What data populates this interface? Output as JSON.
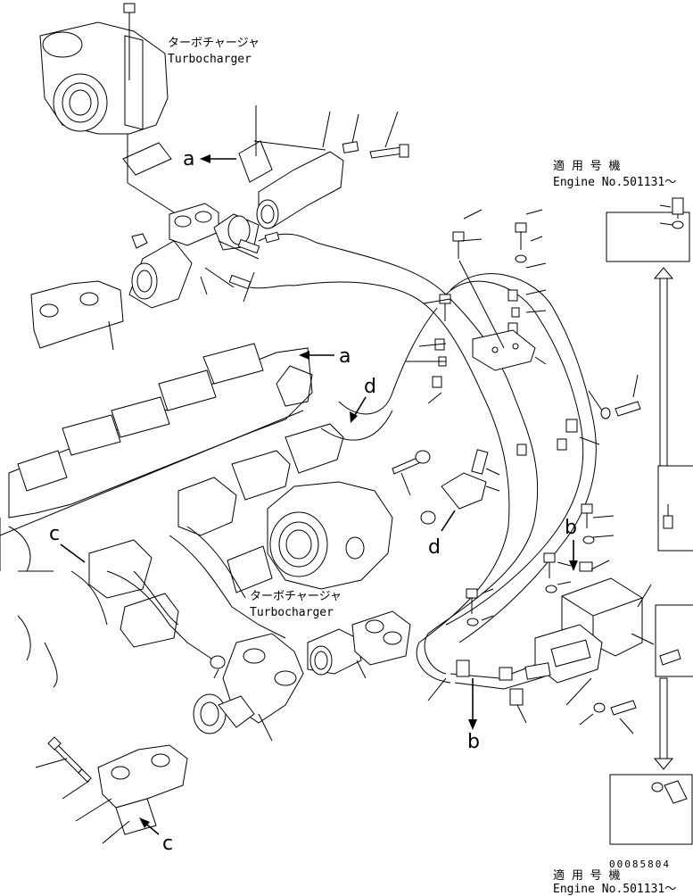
{
  "labels": {
    "turbo_top_jp": "ターボチャージャ",
    "turbo_top_en": "Turbocharger",
    "turbo_mid_jp": "ターボチャージャ",
    "turbo_mid_en": "Turbocharger",
    "serial_top_jp": "適 用 号 機",
    "serial_top_en": "Engine No.501131～",
    "serial_bot_jp": "適 用 号 機",
    "serial_bot_en": "Engine No.501131～",
    "ref_a": "a",
    "ref_b": "b",
    "ref_c": "c",
    "ref_d": "d",
    "drawing_code": "00085804"
  }
}
